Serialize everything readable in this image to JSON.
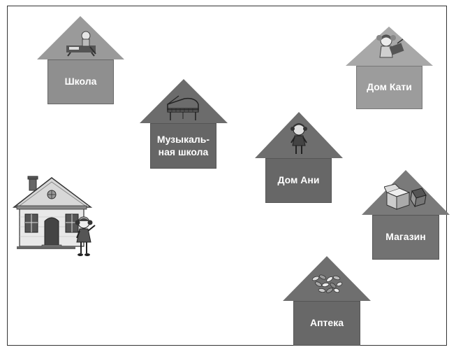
{
  "houses": {
    "school": {
      "label": "Школа",
      "icon": "student-desk-icon"
    },
    "music_school": {
      "label": "Музыкаль-\nная школа",
      "icon": "piano-icon"
    },
    "ani_home": {
      "label": "Дом Ани",
      "icon": "girl-icon"
    },
    "kati_home": {
      "label": "Дом Кати",
      "icon": "girl-drawing-icon"
    },
    "shop": {
      "label": "Магазин",
      "icon": "boxes-icon"
    },
    "pharmacy": {
      "label": "Аптека",
      "icon": "pills-icon"
    }
  },
  "scene": {
    "home_icon": "cottage-with-girl-icon"
  }
}
